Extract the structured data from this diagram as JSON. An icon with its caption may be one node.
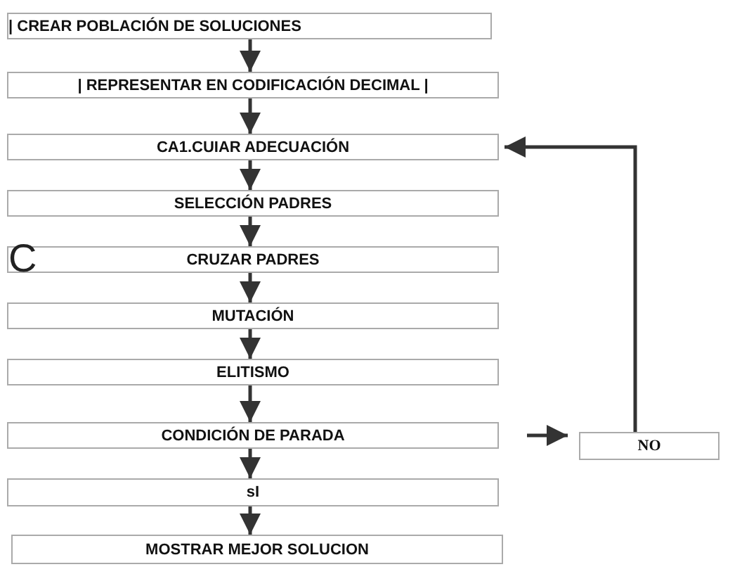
{
  "diagram": {
    "nodes": [
      {
        "text": [
          "| CREAR POBLACIÓN DE SOLUCIONES"
        ]
      },
      {
        "text": [
          "| REPRESENTAR EN CODIFICACIÓN DECIMAL |"
        ]
      },
      {
        "text": [
          "CA1.CUIAR ADECUACIÓN"
        ]
      },
      {
        "text": [
          "SELECCIÓN PADRES"
        ]
      },
      {
        "text": [
          "CRUZAR PADRES"
        ]
      },
      {
        "text": [
          "MUTACIÓN"
        ]
      },
      {
        "text": [
          "ELITISMO"
        ]
      },
      {
        "text": [
          "CONDICIÓN DE PARADA"
        ]
      },
      {
        "text": [
          "sI"
        ]
      },
      {
        "text": [
          "MOSTRAR MEJOR SOLUCION"
        ]
      },
      {
        "text": [
          "NO"
        ]
      }
    ],
    "edges": [
      {
        "from": 0,
        "to": 1,
        "arrow": "to"
      },
      {
        "from": 1,
        "to": 2,
        "arrow": "to"
      },
      {
        "from": 2,
        "to": 3,
        "arrow": "to"
      },
      {
        "from": 3,
        "to": 4,
        "arrow": "to"
      },
      {
        "from": 4,
        "to": 5,
        "arrow": "to"
      },
      {
        "from": 5,
        "to": 6,
        "arrow": "to"
      },
      {
        "from": 6,
        "to": 7,
        "arrow": "to"
      },
      {
        "from": 7,
        "to": 8,
        "arrow": "to"
      },
      {
        "from": 8,
        "to": 9,
        "arrow": "to"
      },
      {
        "from": 7,
        "to": 10,
        "arrow": "to"
      },
      {
        "from": 10,
        "to": 2,
        "arrow": "to"
      }
    ],
    "labels": [
      "C"
    ]
  }
}
